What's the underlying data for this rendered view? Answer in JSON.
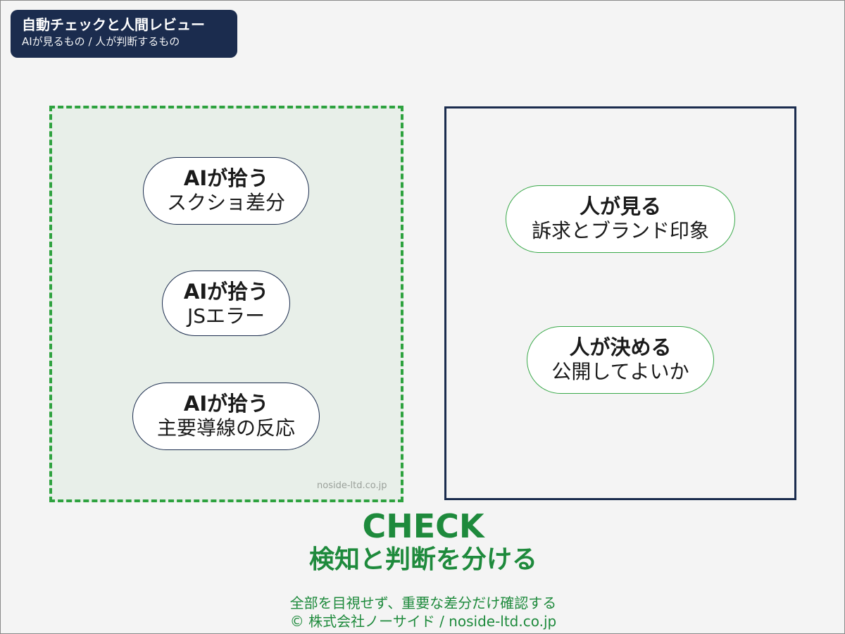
{
  "header": {
    "title": "自動チェックと人間レビュー",
    "subtitle": "AIが見るもの / 人が判断するもの"
  },
  "ai_panel": {
    "watermark": "noside-ltd.co.jp",
    "items": [
      {
        "head": "AIが拾う",
        "body": "スクショ差分"
      },
      {
        "head": "AIが拾う",
        "body": "JSエラー"
      },
      {
        "head": "AIが拾う",
        "body": "主要導線の反応"
      }
    ]
  },
  "human_panel": {
    "items": [
      {
        "head": "人が見る",
        "body": "訴求とブランド印象"
      },
      {
        "head": "人が決める",
        "body": "公開してよいか"
      }
    ]
  },
  "center": {
    "title": "CHECK",
    "subtitle": "検知と判断を分ける"
  },
  "footer": {
    "note": "全部を目視せず、重要な差分だけ確認する",
    "copyright": "© 株式会社ノーサイド / noside-ltd.co.jp"
  },
  "colors": {
    "navy": "#1b2c4e",
    "green": "#1e8a3c",
    "dashed_border": "#2ea23f",
    "ai_panel_bg": "#e8efe9"
  }
}
